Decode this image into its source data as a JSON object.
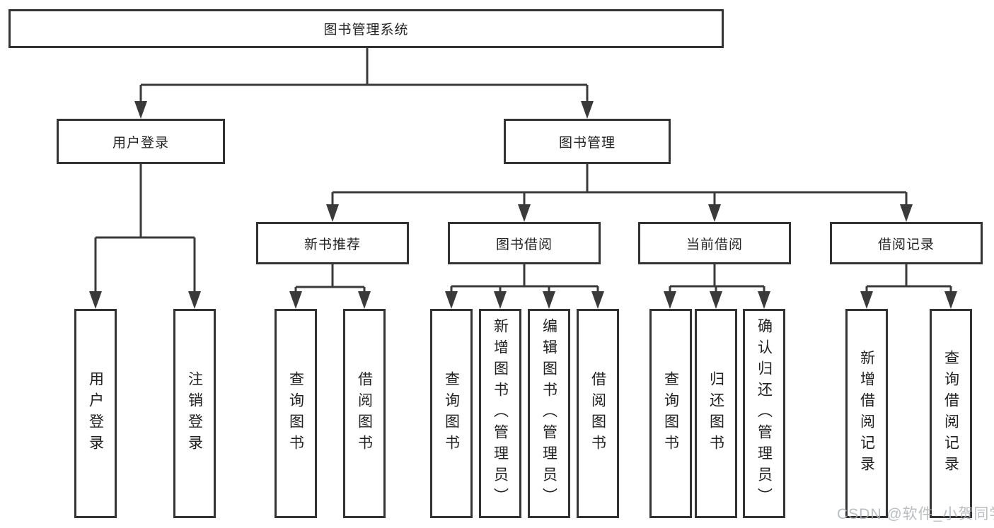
{
  "diagram": {
    "root": {
      "label": "图书管理系统"
    },
    "branches": [
      {
        "label": "用户登录",
        "children": [
          {
            "label": "用户登录"
          },
          {
            "label": "注销登录"
          }
        ]
      },
      {
        "label": "图书管理",
        "children": [
          {
            "label": "新书推荐",
            "children": [
              {
                "label": "查询图书"
              },
              {
                "label": "借阅图书"
              }
            ]
          },
          {
            "label": "图书借阅",
            "children": [
              {
                "label": "查询图书"
              },
              {
                "label": "新增图书（管理员）"
              },
              {
                "label": "编辑图书（管理员）"
              },
              {
                "label": "借阅图书"
              }
            ]
          },
          {
            "label": "当前借阅",
            "children": [
              {
                "label": "查询图书"
              },
              {
                "label": "归还图书"
              },
              {
                "label": "确认归还（管理员）"
              }
            ]
          },
          {
            "label": "借阅记录",
            "children": [
              {
                "label": "新增借阅记录"
              },
              {
                "label": "查询借阅记录"
              }
            ]
          }
        ]
      }
    ],
    "colors": {
      "line": "#3a3a3a",
      "border": "#333333",
      "text": "#222222",
      "background": "#ffffff"
    }
  },
  "watermark": {
    "text": "CSDN @软件_小贺同学",
    "color": "#aeb3b6"
  }
}
